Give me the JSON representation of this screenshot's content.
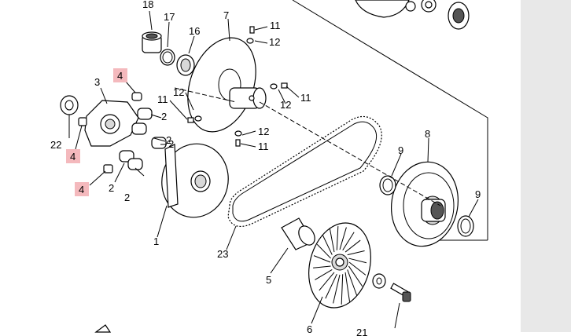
{
  "callouts": [
    {
      "id": "18",
      "text": "18",
      "highlight": false
    },
    {
      "id": "17",
      "text": "17",
      "highlight": false
    },
    {
      "id": "7",
      "text": "7",
      "highlight": false
    },
    {
      "id": "11a",
      "text": "11",
      "highlight": false
    },
    {
      "id": "12a",
      "text": "12",
      "highlight": false
    },
    {
      "id": "16",
      "text": "16",
      "highlight": false
    },
    {
      "id": "4a",
      "text": "4",
      "highlight": true
    },
    {
      "id": "3",
      "text": "3",
      "highlight": false
    },
    {
      "id": "12b",
      "text": "12",
      "highlight": false
    },
    {
      "id": "11b",
      "text": "11",
      "highlight": false
    },
    {
      "id": "12c",
      "text": "12",
      "highlight": false
    },
    {
      "id": "11c",
      "text": "11",
      "highlight": false
    },
    {
      "id": "2a",
      "text": "2",
      "highlight": false
    },
    {
      "id": "22",
      "text": "22",
      "highlight": false
    },
    {
      "id": "2b",
      "text": "2",
      "highlight": false
    },
    {
      "id": "12d",
      "text": "12",
      "highlight": false
    },
    {
      "id": "11d",
      "text": "11",
      "highlight": false
    },
    {
      "id": "4b",
      "text": "4",
      "highlight": true
    },
    {
      "id": "2c",
      "text": "2",
      "highlight": false
    },
    {
      "id": "8",
      "text": "8",
      "highlight": false
    },
    {
      "id": "9a",
      "text": "9",
      "highlight": false
    },
    {
      "id": "4c",
      "text": "4",
      "highlight": true
    },
    {
      "id": "2d",
      "text": "2",
      "highlight": false
    },
    {
      "id": "2e",
      "text": "2",
      "highlight": false
    },
    {
      "id": "9b",
      "text": "9",
      "highlight": false
    },
    {
      "id": "1",
      "text": "1",
      "highlight": false
    },
    {
      "id": "23",
      "text": "23",
      "highlight": false
    },
    {
      "id": "5",
      "text": "5",
      "highlight": false
    },
    {
      "id": "6",
      "text": "6",
      "highlight": false
    },
    {
      "id": "21",
      "text": "21",
      "highlight": false
    }
  ],
  "colors": {
    "highlight": "#f4b9bd",
    "side_panel": "#e8e8e8",
    "line": "#000000"
  }
}
